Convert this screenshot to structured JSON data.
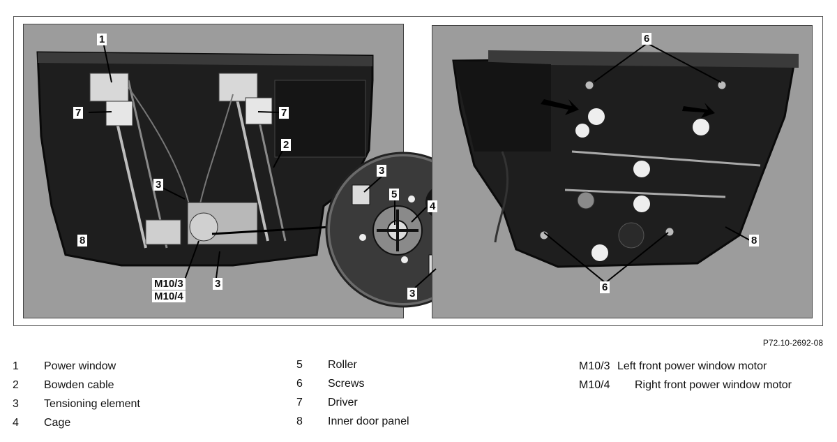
{
  "figure": {
    "reference": "P72.10-2692-08",
    "left_callouts": [
      "1",
      "7",
      "7",
      "2",
      "3",
      "8",
      "M10/3",
      "M10/4",
      "3"
    ],
    "inset_callouts": [
      "3",
      "5",
      "4",
      "3"
    ],
    "right_callouts": [
      "6",
      "6",
      "8"
    ]
  },
  "legend": {
    "col1": [
      {
        "num": "1",
        "text": "Power window"
      },
      {
        "num": "2",
        "text": "Bowden cable"
      },
      {
        "num": "3",
        "text": "Tensioning element"
      },
      {
        "num": "4",
        "text": "Cage"
      }
    ],
    "col2": [
      {
        "num": "5",
        "text": "Roller"
      },
      {
        "num": "6",
        "text": "Screws"
      },
      {
        "num": "7",
        "text": "Driver"
      },
      {
        "num": "8",
        "text": "Inner door panel"
      }
    ],
    "col3": [
      {
        "num": "M10/3",
        "text": "Left front power window motor"
      },
      {
        "num": "M10/4",
        "text": "Right front power window motor"
      }
    ]
  }
}
